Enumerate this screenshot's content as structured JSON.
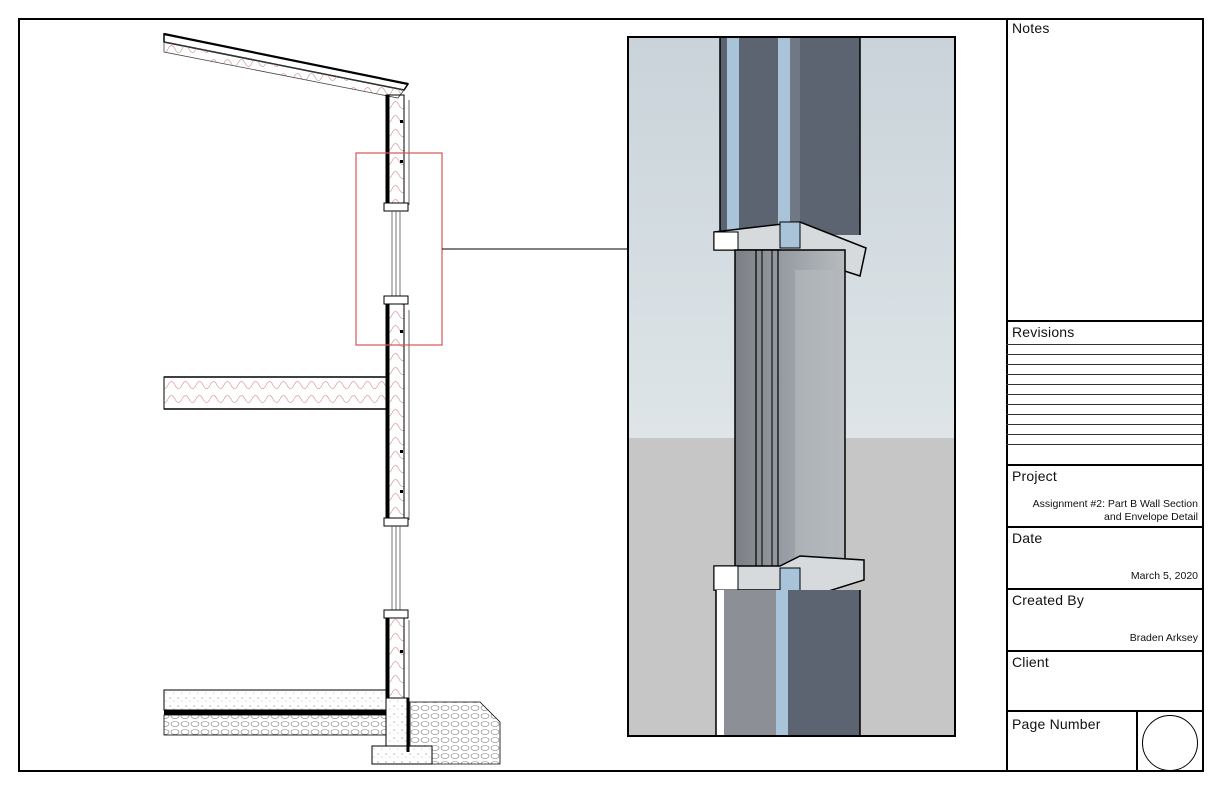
{
  "title_block": {
    "notes_label": "Notes",
    "revisions_label": "Revisions",
    "project_label": "Project",
    "project_value_line1": "Assignment #2: Part B Wall Section",
    "project_value_line2": "and Envelope Detail",
    "date_label": "Date",
    "date_value": "March 5, 2020",
    "created_by_label": "Created By",
    "created_by_value": "Braden Arksey",
    "client_label": "Client",
    "page_number_label": "Page Number"
  },
  "colors": {
    "detail_highlight": "#d9534f",
    "wall_panel": "#5b6470",
    "frame_light": "#a9c4d8",
    "sky_top": "#cdd6dc",
    "ground": "#c6c6c6"
  }
}
